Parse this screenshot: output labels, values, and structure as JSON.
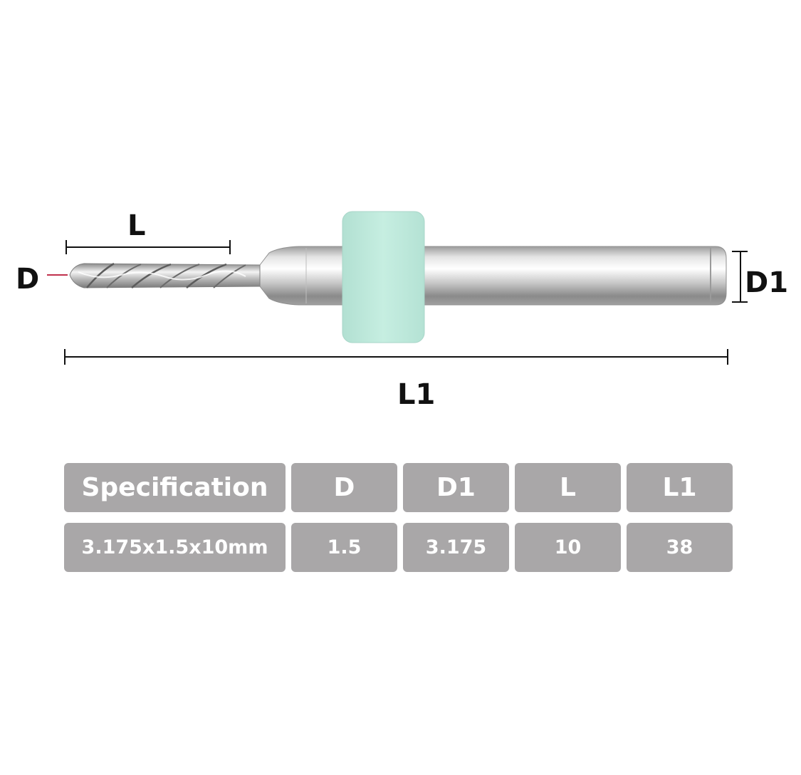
{
  "dimension_labels": {
    "D": "D",
    "D1": "D1",
    "L": "L",
    "L1": "L1"
  },
  "colors": {
    "collar": "#bfeadd",
    "table_cell": "#a9a7a8",
    "table_text": "#ffffff",
    "tip_marker": "#c0314d",
    "dimension_line": "#111111"
  },
  "spec_table": {
    "headers": [
      "Specification",
      "D",
      "D1",
      "L",
      "L1"
    ],
    "rows": [
      [
        "3.175x1.5x10mm",
        "1.5",
        "3.175",
        "10",
        "38"
      ]
    ]
  }
}
